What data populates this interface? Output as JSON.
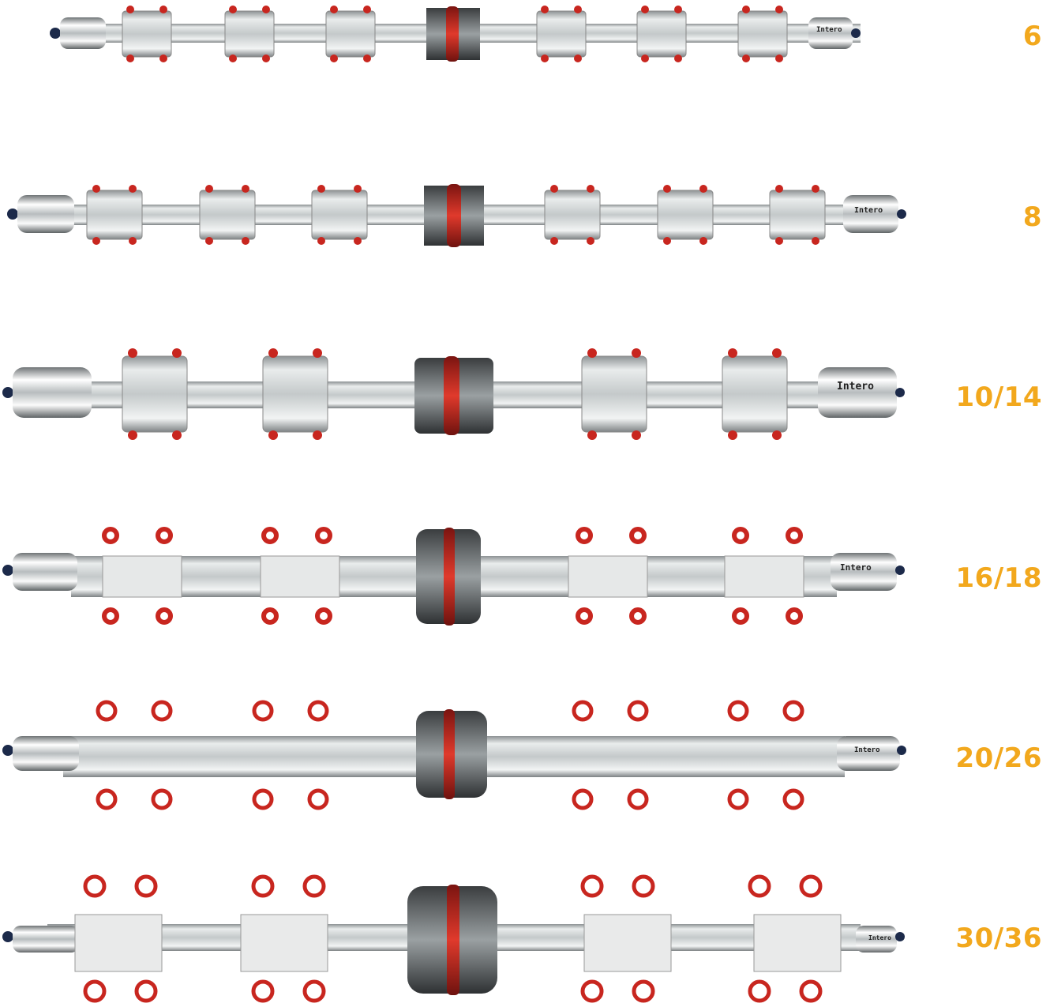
{
  "brand": {
    "text": "Intero",
    "accent": "#f2a81d",
    "wheel": "#c8261f"
  },
  "robots": [
    {
      "size_label": "6"
    },
    {
      "size_label": "8"
    },
    {
      "size_label": "10/14"
    },
    {
      "size_label": "16/18"
    },
    {
      "size_label": "20/26"
    },
    {
      "size_label": "30/36"
    }
  ]
}
